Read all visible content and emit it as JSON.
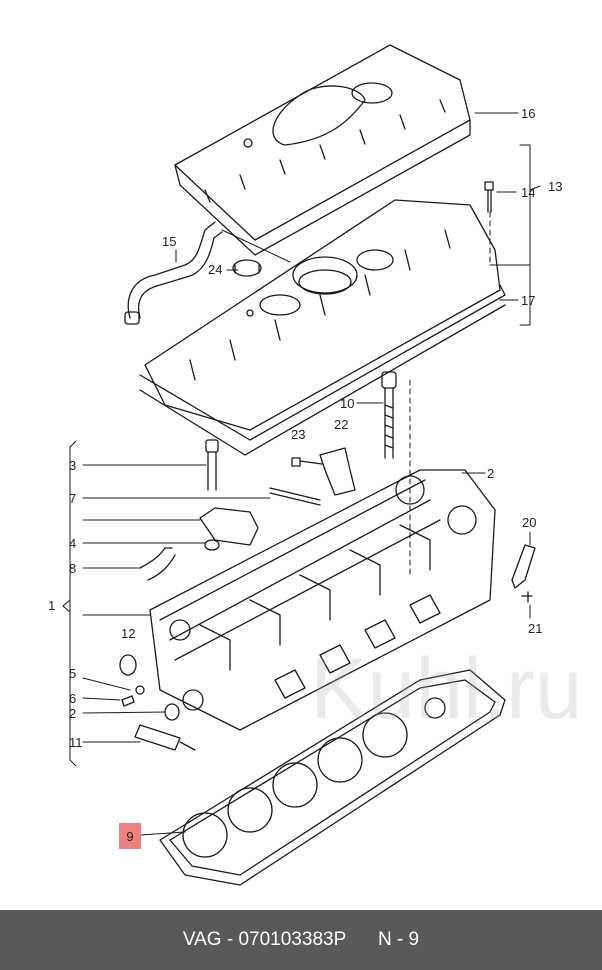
{
  "callouts": {
    "c16": "16",
    "c13": "13",
    "c14": "14",
    "c15": "15",
    "c24": "24",
    "c17": "17",
    "c10": "10",
    "c22": "22",
    "c23": "23",
    "c3": "3",
    "c2a": "2",
    "c7": "7",
    "c4": "4",
    "c20": "20",
    "c8": "8",
    "c1": "1",
    "c21": "21",
    "c12": "12",
    "c5": "5",
    "c6": "6",
    "c2b": "2",
    "c11": "11",
    "c9": "9"
  },
  "highlight_color": "#f08080",
  "watermark": "Kuhl.ru",
  "footer": {
    "part_label": "VAG - 070103383P",
    "ref_label": "N - 9"
  }
}
